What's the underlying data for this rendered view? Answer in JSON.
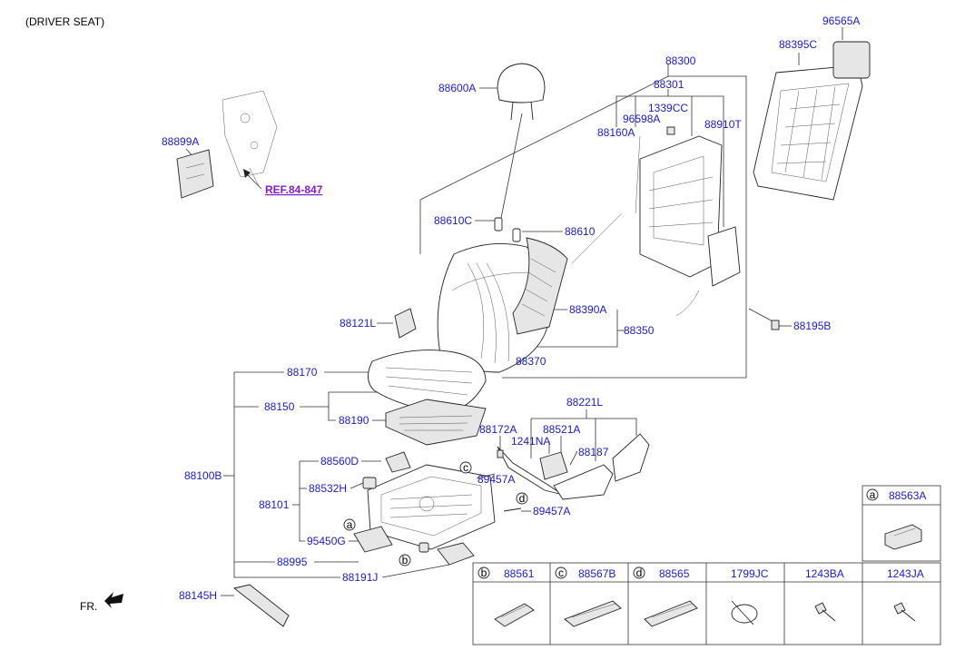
{
  "header": {
    "title": "(DRIVER SEAT)"
  },
  "ref_link": "REF.84-847",
  "front_label": "FR.",
  "circle_letters": [
    "a",
    "b",
    "c",
    "d"
  ],
  "parts": {
    "p96565A": "96565A",
    "p88395C": "88395C",
    "p88300": "88300",
    "p88301": "88301",
    "p88600A": "88600A",
    "p1339CC": "1339CC",
    "p96598A": "96598A",
    "p88910T": "88910T",
    "p88160A": "88160A",
    "p88899A": "88899A",
    "p88610C": "88610C",
    "p88610": "88610",
    "p88121L": "88121L",
    "p88390A": "88390A",
    "p88350": "88350",
    "p88195B": "88195B",
    "p88370": "88370",
    "p88170": "88170",
    "p88150": "88150",
    "p88190": "88190",
    "p88221L": "88221L",
    "p88172A": "88172A",
    "p88521A": "88521A",
    "p1241NA": "1241NA",
    "p88187": "88187",
    "p88560D": "88560D",
    "p89457A_c": "89457A",
    "p88100B": "88100B",
    "p88532H": "88532H",
    "p88101": "88101",
    "p89457A_d": "89457A",
    "p95450G": "95450G",
    "p88995": "88995",
    "p88191J": "88191J",
    "p88145H": "88145H"
  },
  "legend_a": {
    "letter": "a",
    "part": "88563A"
  },
  "legend_table": [
    {
      "letter": "b",
      "part": "88561"
    },
    {
      "letter": "c",
      "part": "88567B"
    },
    {
      "letter": "d",
      "part": "88565"
    },
    {
      "letter": "",
      "part": "1799JC"
    },
    {
      "letter": "",
      "part": "1243BA"
    },
    {
      "letter": "",
      "part": "1243JA"
    }
  ]
}
